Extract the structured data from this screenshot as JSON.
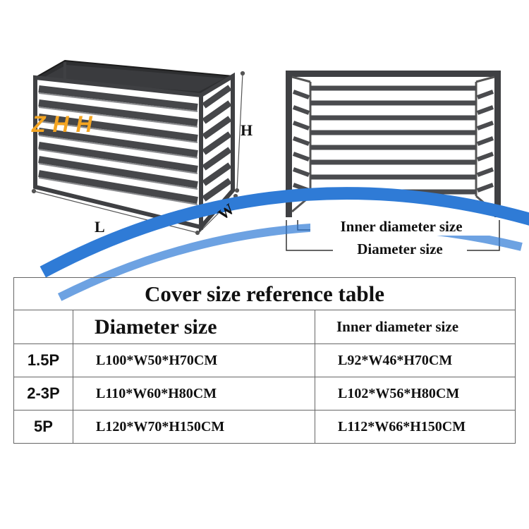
{
  "logo": {
    "text": "ZHH",
    "color": "#f4a522"
  },
  "illustration": {
    "label_h": "H",
    "label_l": "L",
    "label_w": "W",
    "inner_diameter_label": "Inner diameter size",
    "diameter_label": "Diameter size",
    "frame_color": "#3f4043"
  },
  "table": {
    "title": "Cover size reference table",
    "headers": [
      "",
      "Diameter size",
      "Inner diameter size"
    ],
    "rows": [
      {
        "cap": "1.5P",
        "diameter": "L100*W50*H70CM",
        "inner": "L92*W46*H70CM"
      },
      {
        "cap": "2-3P",
        "diameter": "L110*W60*H80CM",
        "inner": "L102*W56*H80CM"
      },
      {
        "cap": "5P",
        "diameter": "L120*W70*H150CM",
        "inner": "L112*W66*H150CM"
      }
    ]
  }
}
